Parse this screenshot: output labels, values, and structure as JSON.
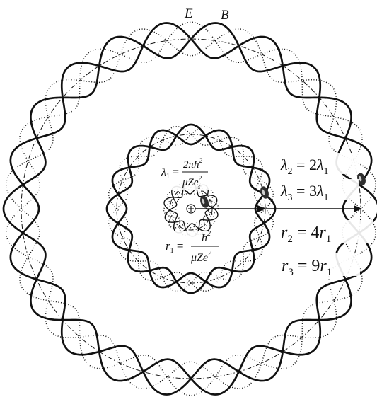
{
  "labels": {
    "E": "E",
    "B": "B"
  },
  "formulas": {
    "lambda1": {
      "lhs": "λ",
      "lhs_sub": "1",
      "eq": " = ",
      "num": "2πħ",
      "num_sup": "2",
      "den": "μZe",
      "den_sub": "s",
      "den_sup": "2"
    },
    "r1": {
      "lhs": "r",
      "lhs_sub": "1",
      "eq": " = ",
      "num": "ħ",
      "num_sup": "2",
      "den": "μZe",
      "den_sup": "2"
    },
    "lambda2": {
      "lhs": "λ",
      "lhs_sub": "2",
      "mid": " = 2",
      "rhs": "λ",
      "rhs_sub": "1"
    },
    "lambda3": {
      "lhs": "λ",
      "lhs_sub": "3",
      "mid": " = 3",
      "rhs": "λ",
      "rhs_sub": "1"
    },
    "r2": {
      "lhs": "r",
      "lhs_sub": "2",
      "mid": " = 4",
      "rhs": "r",
      "rhs_sub": "1"
    },
    "r3": {
      "lhs": "r",
      "lhs_sub": "3",
      "mid": " = 9",
      "rhs": "r",
      "rhs_sub": "1"
    }
  },
  "nucleus_symbol": "+",
  "waves": [
    {
      "ring": "outer",
      "lobes": 11
    },
    {
      "ring": "middle",
      "lobes": 8
    },
    {
      "ring": "inner",
      "lobes": 5
    }
  ],
  "colors": {
    "ink": "#111111",
    "electron": "#333333",
    "background": "#ffffff"
  }
}
